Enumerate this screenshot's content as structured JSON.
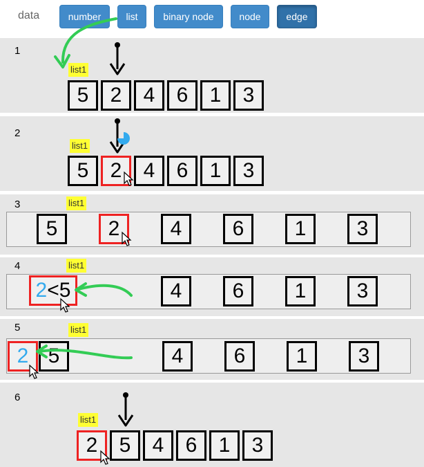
{
  "toolbar": {
    "data_label": "data",
    "buttons": [
      {
        "label": "number"
      },
      {
        "label": "list"
      },
      {
        "label": "binary node"
      },
      {
        "label": "node"
      },
      {
        "label": "edge"
      }
    ]
  },
  "tag_label": "list1",
  "steps": [
    {
      "num": "1",
      "values": [
        "5",
        "2",
        "4",
        "6",
        "1",
        "3"
      ]
    },
    {
      "num": "2",
      "values": [
        "5",
        "2",
        "4",
        "6",
        "1",
        "3"
      ]
    },
    {
      "num": "3",
      "values": [
        "5",
        "2",
        "4",
        "6",
        "1",
        "3"
      ]
    },
    {
      "num": "4",
      "compare_a": "2",
      "compare_op": "<5",
      "values": [
        "4",
        "6",
        "1",
        "3"
      ]
    },
    {
      "num": "5",
      "values": [
        "2",
        "5",
        "4",
        "6",
        "1",
        "3"
      ]
    },
    {
      "num": "6",
      "values": [
        "2",
        "5",
        "4",
        "6",
        "1",
        "3"
      ]
    }
  ],
  "colors": {
    "panel_bg": "#e6e6e6",
    "button_bg": "#428bca",
    "button_active_bg": "#3071a9",
    "tag_bg": "#ffff33",
    "highlight_border": "#ee2222",
    "compare_value": "#33aaee",
    "arrow": "#33cc55",
    "pointer": "#000000",
    "timer": "#33aaee"
  },
  "icons": [
    "curved-arrow-icon",
    "pointer-arrow-icon",
    "mouse-cursor-icon",
    "timer-pie-icon"
  ]
}
